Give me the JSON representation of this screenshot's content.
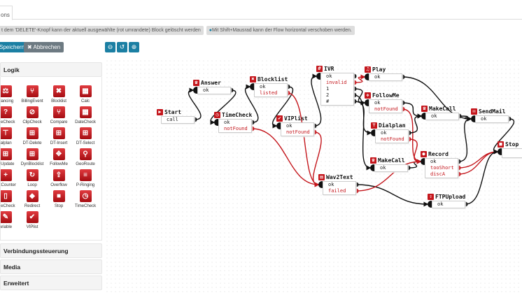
{
  "tab": {
    "label": "ons"
  },
  "info": [
    "t dem 'DELETE'-Knopf kann der aktuell ausgewählte (rot umrandete) Block gelöscht werden",
    "Mit Shift+Mausrad kann der Flow horizontal verschoben werden."
  ],
  "toolbar": {
    "save": "Speichern",
    "cancel": "Abbrechen",
    "zoom_out": "zoom-out-icon",
    "reset": "reset-icon",
    "zoom_in": "zoom-in-icon"
  },
  "sidebar": {
    "sections": [
      "Logik",
      "Verbindungssteuerung",
      "Media",
      "Erweitert"
    ],
    "items": [
      {
        "label": "alancing",
        "icon": "⚖"
      },
      {
        "label": "BillingEvent",
        "icon": "⑂"
      },
      {
        "label": "Blocklist",
        "icon": "✖"
      },
      {
        "label": "Calc",
        "icon": "▦"
      },
      {
        "label": "useCheck",
        "icon": "?"
      },
      {
        "label": "ClipCheck",
        "icon": "⊘"
      },
      {
        "label": "Compare",
        "icon": "⑂"
      },
      {
        "label": "DateCheck",
        "icon": "▦"
      },
      {
        "label": "ialplan",
        "icon": "⊤"
      },
      {
        "label": "DT-Delete",
        "icon": "⊞"
      },
      {
        "label": "DT-Insert",
        "icon": "⊞"
      },
      {
        "label": "DT-Select",
        "icon": "⊞"
      },
      {
        "label": "T-Update",
        "icon": "⊞"
      },
      {
        "label": "DynBlocklist",
        "icon": "⊞"
      },
      {
        "label": "FollowMe",
        "icon": "✥"
      },
      {
        "label": "GeoRoute",
        "icon": "⚲"
      },
      {
        "label": "eatCounter",
        "icon": "+"
      },
      {
        "label": "Loop",
        "icon": "↻"
      },
      {
        "label": "Overflow",
        "icon": "⇪"
      },
      {
        "label": "P-Ringing",
        "icon": "≡"
      },
      {
        "label": "oneCheck",
        "icon": "▯"
      },
      {
        "label": "Redirect",
        "icon": "◆"
      },
      {
        "label": "Stop",
        "icon": "■"
      },
      {
        "label": "TimeCheck",
        "icon": "◷"
      },
      {
        "label": "ariable",
        "icon": "✎"
      },
      {
        "label": "VIPlist",
        "icon": "✔"
      }
    ]
  },
  "flow": {
    "nodes": [
      {
        "id": "start",
        "title": "Start",
        "icon": "▶",
        "ports": [
          {
            "label": "call"
          }
        ]
      },
      {
        "id": "answer",
        "title": "Answer",
        "icon": "☎",
        "ports": [
          {
            "label": "ok"
          }
        ]
      },
      {
        "id": "blocklist",
        "title": "Blocklist",
        "icon": "✖",
        "ports": [
          {
            "label": "ok"
          },
          {
            "label": "listed",
            "err": true
          }
        ]
      },
      {
        "id": "timecheck",
        "title": "TimeCheck",
        "icon": "◷",
        "ports": [
          {
            "label": "ok"
          },
          {
            "label": "notFound",
            "err": true
          }
        ]
      },
      {
        "id": "viplist",
        "title": "VIPlist",
        "icon": "✔",
        "ports": [
          {
            "label": "ok"
          },
          {
            "label": "notFound",
            "err": true
          }
        ]
      },
      {
        "id": "ivr",
        "title": "IVR",
        "icon": "#",
        "ports": [
          {
            "label": "ok"
          },
          {
            "label": "invalid",
            "err": true
          },
          {
            "label": "1"
          },
          {
            "label": "2"
          },
          {
            "label": "#"
          }
        ]
      },
      {
        "id": "play",
        "title": "Play",
        "icon": "♫",
        "ports": [
          {
            "label": "ok"
          }
        ]
      },
      {
        "id": "followme",
        "title": "FollowMe",
        "icon": "✥",
        "ports": [
          {
            "label": "ok"
          },
          {
            "label": "notFound",
            "err": true
          }
        ]
      },
      {
        "id": "dialplan",
        "title": "Dialplan",
        "icon": "⊤",
        "ports": [
          {
            "label": "ok"
          },
          {
            "label": "notFound",
            "err": true
          }
        ]
      },
      {
        "id": "makecall1",
        "title": "MakeCall",
        "icon": "☎",
        "ports": [
          {
            "label": "ok"
          }
        ]
      },
      {
        "id": "sendmail",
        "title": "SendMail",
        "icon": "✉",
        "ports": [
          {
            "label": "ok"
          }
        ]
      },
      {
        "id": "stop",
        "title": "Stop",
        "icon": "■",
        "ports": []
      },
      {
        "id": "record",
        "title": "Record",
        "icon": "●",
        "ports": [
          {
            "label": "ok"
          },
          {
            "label": "tooShort",
            "err": true
          },
          {
            "label": "discA",
            "err": true
          }
        ]
      },
      {
        "id": "makecall2",
        "title": "MakeCall",
        "icon": "☎",
        "ports": [
          {
            "label": "ok"
          }
        ]
      },
      {
        "id": "wav2text",
        "title": "Wav2Text",
        "icon": "▤",
        "ports": [
          {
            "label": "ok"
          },
          {
            "label": "failed",
            "err": true
          }
        ]
      },
      {
        "id": "ftpupload",
        "title": "FTPUpload",
        "icon": "⇪",
        "ports": [
          {
            "label": "ok"
          }
        ]
      }
    ]
  },
  "colors": {
    "accent": "#1b7fa3",
    "error": "#c4161c"
  }
}
